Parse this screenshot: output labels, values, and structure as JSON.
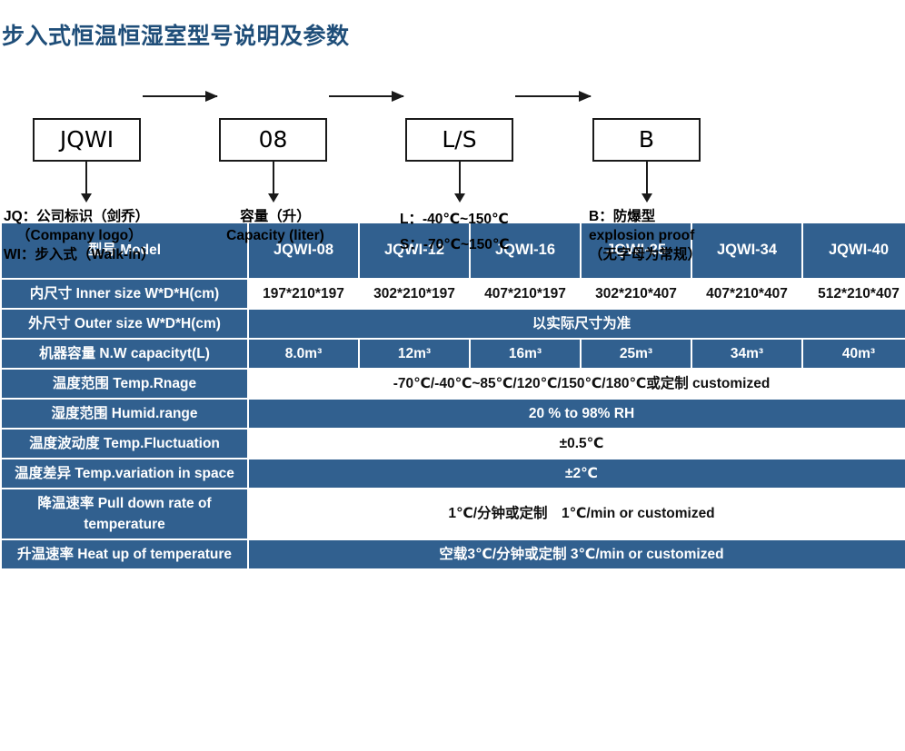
{
  "title": "步入式恒温恒湿室型号说明及参数",
  "colors": {
    "title": "#1f4e79",
    "table_blue": "#31608f",
    "table_text_light": "#ffffff",
    "table_text_dark": "#111111"
  },
  "flow": {
    "boxes": [
      {
        "label": "JQWI"
      },
      {
        "label": "08"
      },
      {
        "label": "L/S"
      },
      {
        "label": "B"
      }
    ],
    "notes": [
      {
        "lines": [
          "JQ：公司标识（剑乔）",
          "（Company logo）",
          "WI：步入式（Walk-in）"
        ]
      },
      {
        "lines": [
          "容量（升）",
          "Capacity (liter)"
        ]
      },
      {
        "lines": [
          "L：-40℃~150℃",
          "S：-70℃~150℃"
        ]
      },
      {
        "lines": [
          "B：防爆型",
          "explosion proof",
          "（无字母为常规）"
        ]
      }
    ]
  },
  "table": {
    "header": {
      "label": "型号 Model",
      "models": [
        "JQWI-08",
        "JQWI-12",
        "JQWI-16",
        "JQWI-25",
        "JQWI-34",
        "JQWI-40"
      ]
    },
    "rows": [
      {
        "label": "内尺寸 Inner size W*D*H(cm)",
        "type": "cells",
        "style": "white",
        "values": [
          "197*210*197",
          "302*210*197",
          "407*210*197",
          "302*210*407",
          "407*210*407",
          "512*210*407"
        ]
      },
      {
        "label": "外尺寸 Outer size W*D*H(cm)",
        "type": "merged",
        "style": "blue",
        "value": "以实际尺寸为准"
      },
      {
        "label": "机器容量 N.W capacityt(L)",
        "type": "cells",
        "style": "blue",
        "values": [
          "8.0m³",
          "12m³",
          "16m³",
          "25m³",
          "34m³",
          "40m³"
        ]
      },
      {
        "label": "温度范围 Temp.Rnage",
        "type": "merged",
        "style": "white",
        "value": "-70℃/-40℃~85℃/120℃/150℃/180℃或定制 customized"
      },
      {
        "label": "湿度范围 Humid.range",
        "type": "merged",
        "style": "blue",
        "value": "20 % to 98% RH"
      },
      {
        "label": "温度波动度 Temp.Fluctuation",
        "type": "merged",
        "style": "white",
        "value": "±0.5℃"
      },
      {
        "label": "温度差异 Temp.variation in space",
        "type": "merged",
        "style": "blue",
        "value": "±2℃"
      },
      {
        "label": "降温速率 Pull down rate of temperature",
        "type": "merged",
        "style": "white",
        "value": "1℃/分钟或定制　1℃/min or customized"
      },
      {
        "label": "升温速率 Heat up of temperature",
        "type": "merged",
        "style": "blue",
        "value": "空载3℃/分钟或定制 3℃/min or customized"
      }
    ]
  }
}
